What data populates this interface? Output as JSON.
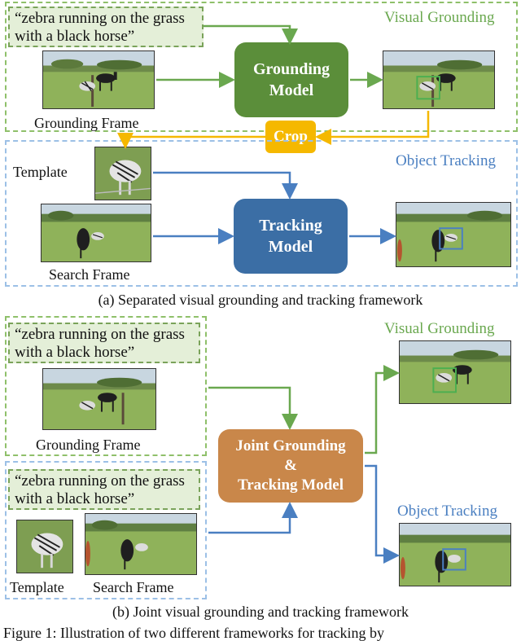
{
  "top": {
    "section_label": "Visual Grounding",
    "query": "“zebra running on the grass with a black horse”",
    "grounding_frame_label": "Grounding Frame",
    "grounding_model": "Grounding\nModel",
    "crop_label": "Crop",
    "colors": {
      "green": "#5b8e3a",
      "crop": "#f5b800",
      "blue": "#3b6ea5"
    }
  },
  "middle": {
    "section_label": "Object Tracking",
    "template_label": "Template",
    "search_frame_label": "Search Frame",
    "tracking_model": "Tracking\nModel"
  },
  "caption_a": "(a) Separated visual grounding and tracking framework",
  "bottom": {
    "query_1": "“zebra running on the grass with a black horse”",
    "grounding_frame_label": "Grounding Frame",
    "query_2": "“zebra running on the grass with a black horse”",
    "template_label": "Template",
    "search_frame_label": "Search  Frame",
    "joint_model": "Joint Grounding\n&\nTracking Model",
    "out_grounding_label": "Visual Grounding",
    "out_tracking_label": "Object Tracking",
    "colors": {
      "joint": "#c9874a"
    }
  },
  "caption_b": "(b) Joint visual grounding and tracking framework",
  "footer_fragment": "Figure 1: Illustration of two different frameworks for tracking by"
}
